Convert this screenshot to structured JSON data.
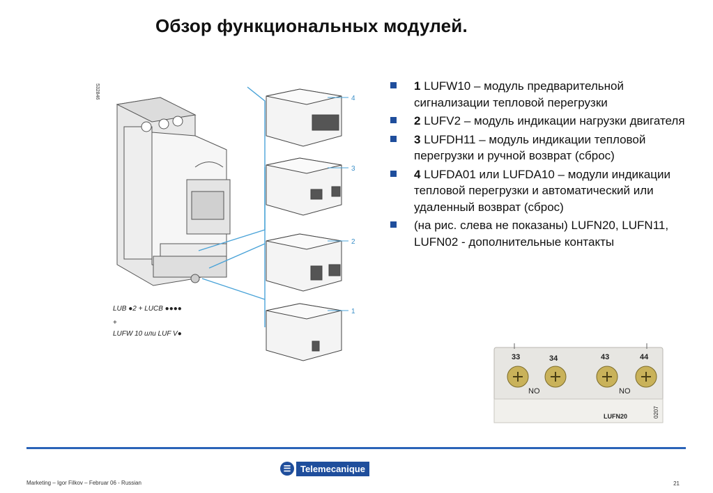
{
  "title": "Обзор функциональных модулей.",
  "bullets": [
    {
      "num": "1",
      "text": " LUFW10 – модуль предварительной сигнализации тепловой перегрузки"
    },
    {
      "num": "2",
      "text": " LUFV2 – модуль индикации нагрузки двигателя"
    },
    {
      "num": "3",
      "text": " LUFDH11 – модуль индикации тепловой перегрузки и ручной возврат (сброс)"
    },
    {
      "num": "4",
      "text": " LUFDA01 или LUFDA10 – модули индикации тепловой перегрузки и автоматический или удаленный возврат (сброс)"
    },
    {
      "num": "",
      "text": "(на рис. слева не показаны) LUFN20, LUFN11, LUFN02 - дополнительные контакты"
    }
  ],
  "figure": {
    "code": "532846",
    "callouts": [
      "4",
      "3",
      "2",
      "1"
    ],
    "caption_line1": "LUB ●2 + LUCB ●●●●",
    "caption_line2": "+",
    "caption_line3": "LUFW 10 или LUF V●"
  },
  "contact_block": {
    "terminals": [
      "33",
      "34",
      "43",
      "44"
    ],
    "no_labels": [
      "NO",
      "NO"
    ],
    "model": "LUFN20",
    "code": "0207"
  },
  "footer": {
    "left": "Marketing – Igor Filkov – Februar 06 - Russian",
    "brand": "Telemecanique",
    "page": "21"
  },
  "colors": {
    "accent": "#1f4e9c",
    "rule": "#2a63b8",
    "leader": "#4aa3d8"
  }
}
